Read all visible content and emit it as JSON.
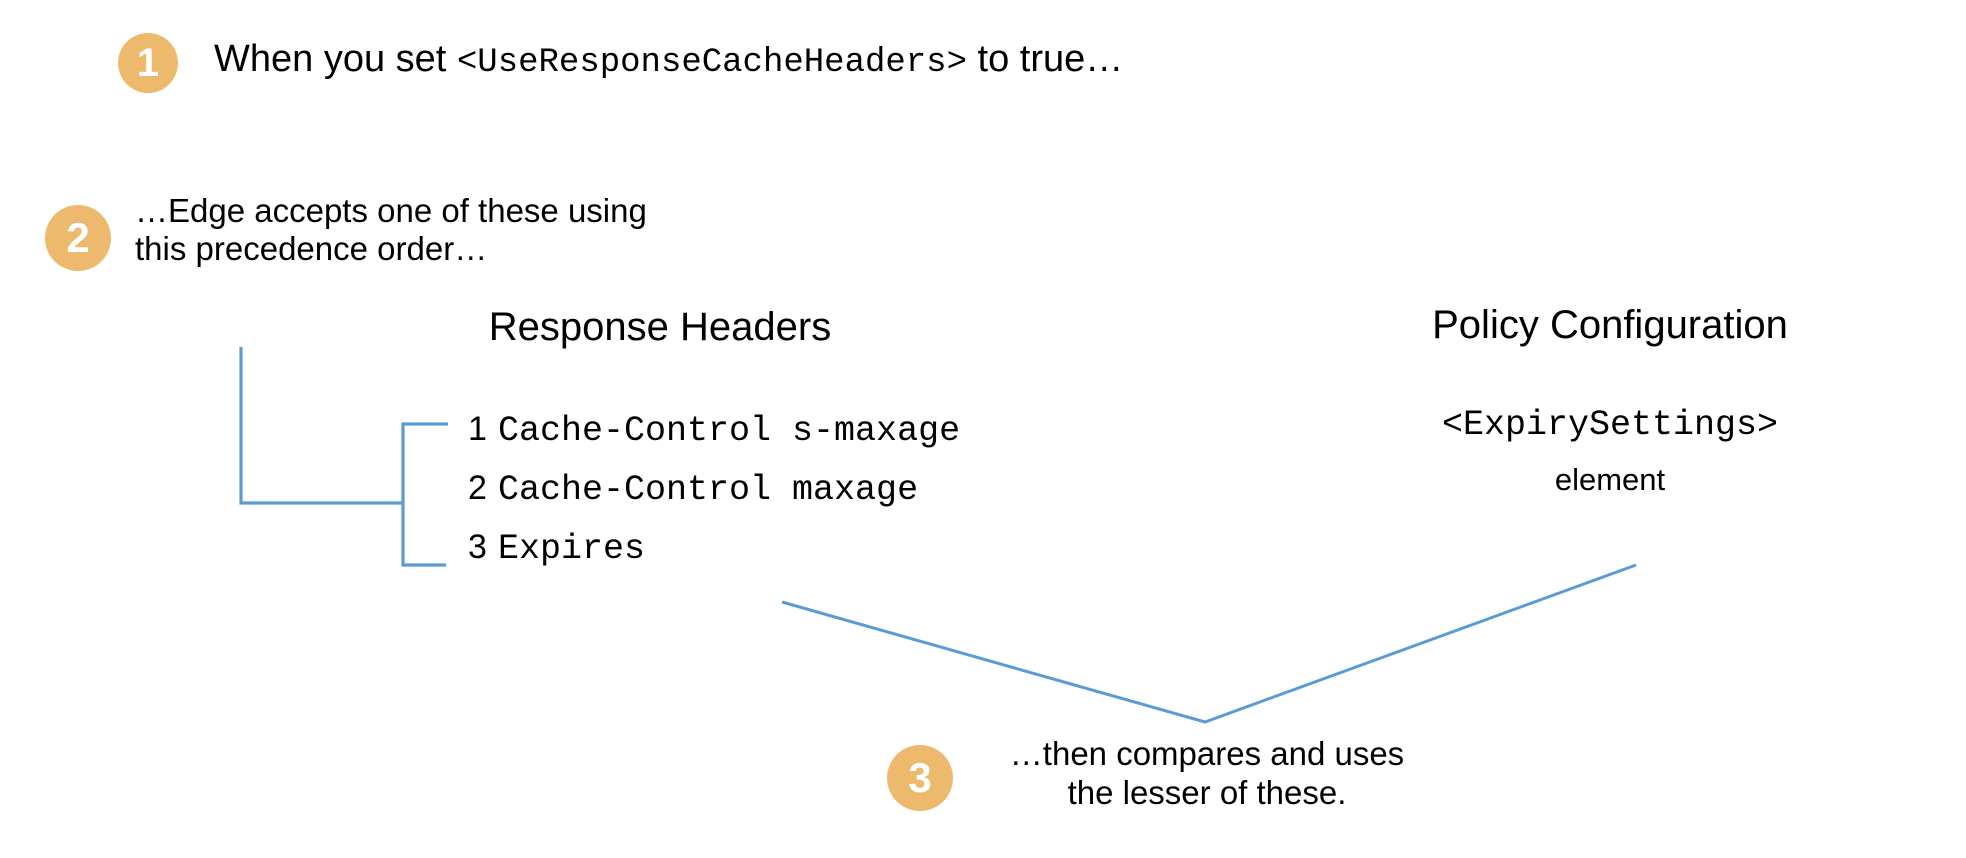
{
  "diagram": {
    "title": "Edge response cache header precedence",
    "background_color": "#ffffff",
    "badge_color": "#edb96c",
    "badge_text_color": "#ffffff",
    "connector_color": "#5b9bd5",
    "text_color": "#000000"
  },
  "steps": [
    {
      "number": "1",
      "text_prefix": "When you set ",
      "text_mono": "<UseResponseCacheHeaders>",
      "text_suffix": " to true…"
    },
    {
      "number": "2",
      "text": "…Edge accepts one of these using this precedence order…"
    },
    {
      "number": "3",
      "line_1": "…then compares and uses",
      "line_2": "the lesser of these."
    }
  ],
  "columns": {
    "response_headers": {
      "heading": "Response Headers",
      "items": [
        {
          "rank": "1",
          "name": "Cache-Control s-maxage"
        },
        {
          "rank": "2",
          "name": "Cache-Control maxage"
        },
        {
          "rank": "3",
          "name": "Expires"
        }
      ]
    },
    "policy_configuration": {
      "heading": "Policy Configuration",
      "element": "<ExpirySettings>",
      "element_label": "element"
    }
  }
}
